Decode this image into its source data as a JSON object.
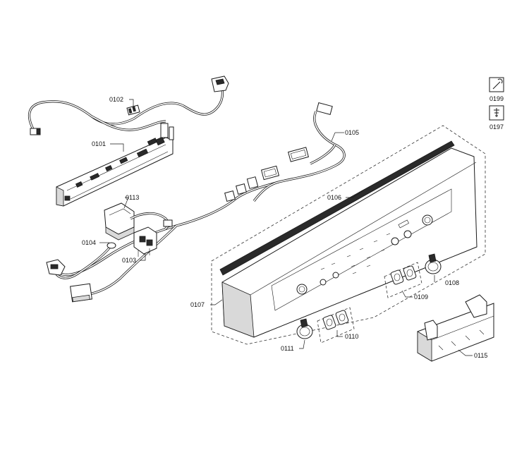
{
  "callouts": {
    "p0101": "0101",
    "p0102": "0102",
    "p0103": "0103",
    "p0104": "0104",
    "p0105": "0105",
    "p0106": "0106",
    "p0107": "0107",
    "p0108": "0108",
    "p0109": "0109",
    "p0110": "0110",
    "p0111": "0111",
    "p0113": "0113",
    "p0115": "0115",
    "p0197": "0197",
    "p0199": "0199"
  },
  "colors": {
    "line": "#1a1a1a",
    "background": "#ffffff",
    "shade": "#d9d9d9"
  },
  "icons": {
    "tool_icon": "wrench-icon",
    "screw_icon": "screw-icon"
  }
}
